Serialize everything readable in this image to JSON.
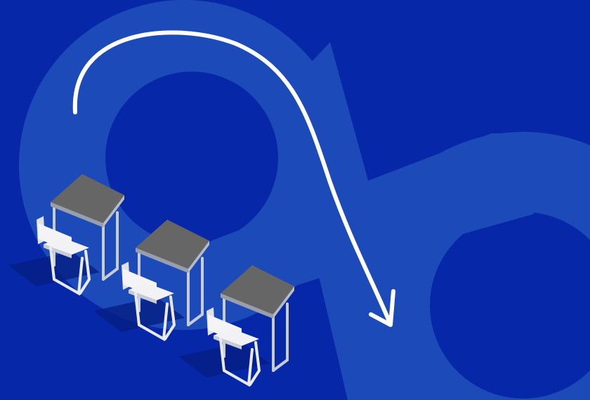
{
  "colors": {
    "background": "#0628a8",
    "band": "#1d4ab9",
    "arrow": "#ffffff",
    "desk_top": "#666666",
    "desk_frame": "#c8ccd6",
    "chair": "#f2f2f4",
    "shadow": "#051e82"
  },
  "illustration": {
    "icons": [
      "infinity-band",
      "curved-arrow",
      "school-desk",
      "school-chair"
    ],
    "desk_count": 3
  }
}
